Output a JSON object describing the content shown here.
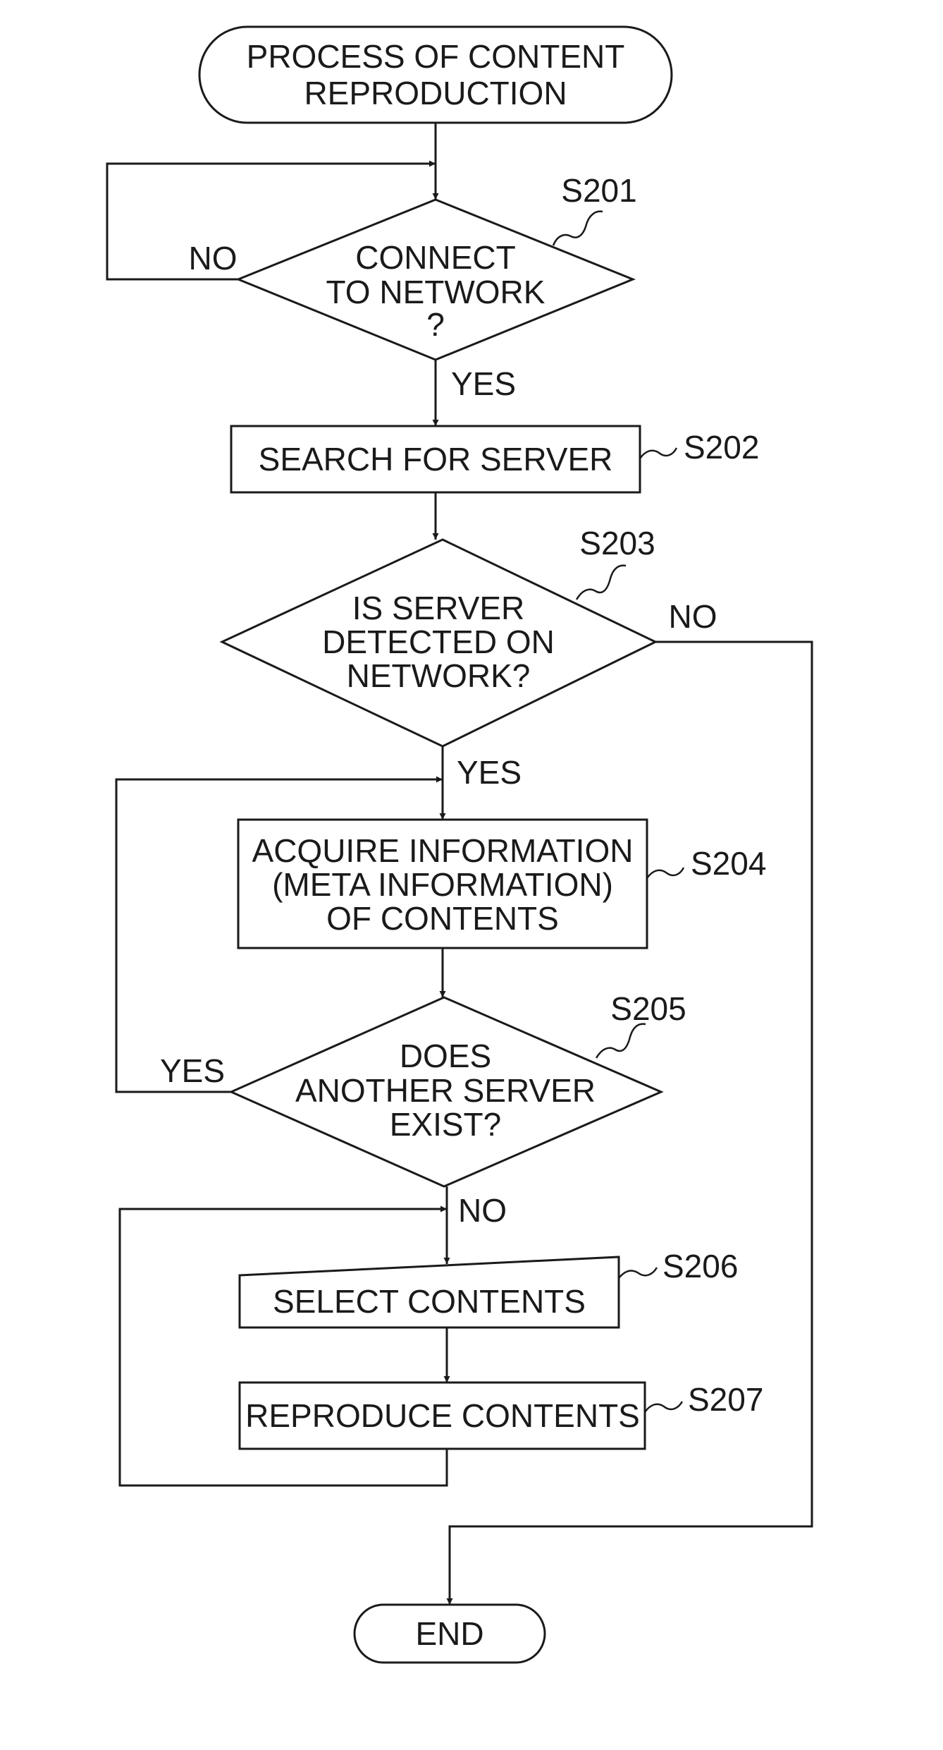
{
  "title": [
    "PROCESS OF CONTENT",
    "REPRODUCTION"
  ],
  "steps": {
    "s201": {
      "id": "S201",
      "lines": [
        "CONNECT",
        "TO NETWORK",
        "?"
      ]
    },
    "s202": {
      "id": "S202",
      "lines": [
        "SEARCH FOR SERVER"
      ]
    },
    "s203": {
      "id": "S203",
      "lines": [
        "IS SERVER",
        "DETECTED ON",
        "NETWORK?"
      ]
    },
    "s204": {
      "id": "S204",
      "lines": [
        "ACQUIRE INFORMATION",
        "(META INFORMATION)",
        "OF CONTENTS"
      ]
    },
    "s205": {
      "id": "S205",
      "lines": [
        "DOES",
        "ANOTHER SERVER",
        "EXIST?"
      ]
    },
    "s206": {
      "id": "S206",
      "lines": [
        "SELECT CONTENTS"
      ]
    },
    "s207": {
      "id": "S207",
      "lines": [
        "REPRODUCE CONTENTS"
      ]
    }
  },
  "branches": {
    "s201_no": "NO",
    "s201_yes": "YES",
    "s203_no": "NO",
    "s203_yes": "YES",
    "s205_yes": "YES",
    "s205_no": "NO"
  },
  "end_label": "END"
}
